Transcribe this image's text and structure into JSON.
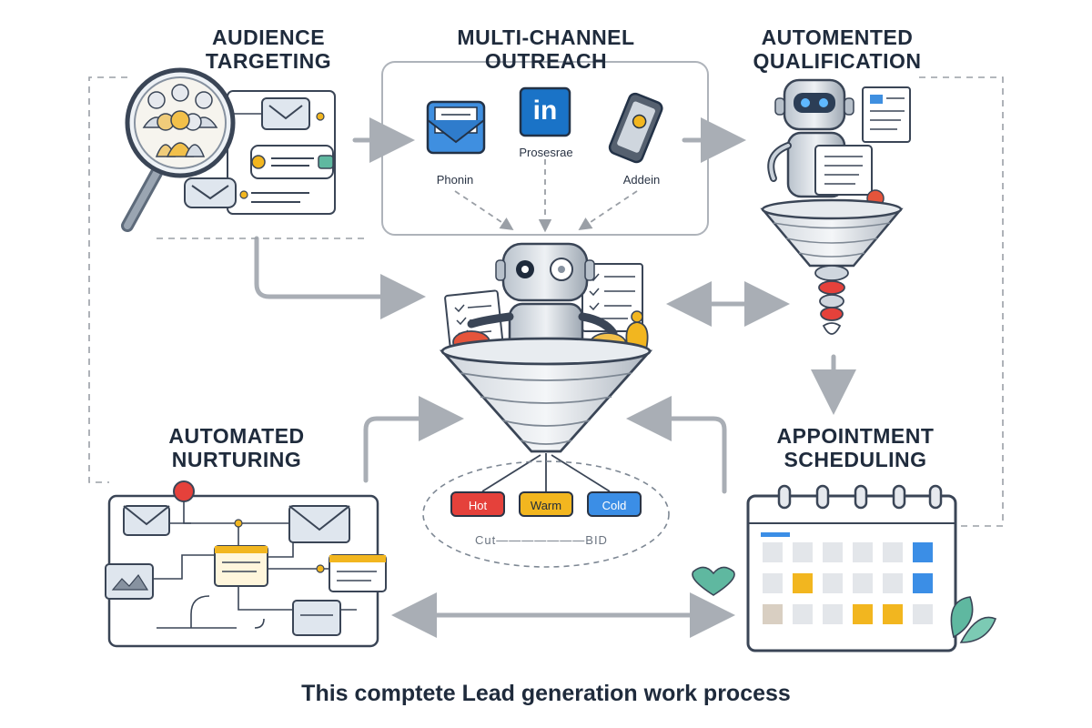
{
  "stages": {
    "audience_targeting": [
      "AUDIENCE",
      "TARGETING"
    ],
    "multi_channel_outreach": [
      "MULTI-CHANNEL",
      "OUTREACH"
    ],
    "automated_qualification": [
      "AUTOMENTED",
      "QUALIFICATION"
    ],
    "automated_nurturing": [
      "AUTOMATED",
      "NURTURING"
    ],
    "appointment_scheduling": [
      "APPOINTMENT",
      "SCHEDULING"
    ]
  },
  "channels": {
    "email_caption": "Phonin",
    "linkedin_caption": "Prosesrae",
    "phone_caption": "Addein",
    "linkedin_logo": "in"
  },
  "lead_tags": {
    "hot": "Hot",
    "warm": "Warm",
    "cold": "Cold",
    "caption": "Cut———————BID"
  },
  "caption": "This comptete Lead generation work process",
  "colors": {
    "hot": "#e5413b",
    "warm": "#f2b61f",
    "cold": "#3b8ee6",
    "linkedin": "#1a73c7",
    "arrow": "#a9aeb5",
    "leaf": "#5fb8a0"
  }
}
